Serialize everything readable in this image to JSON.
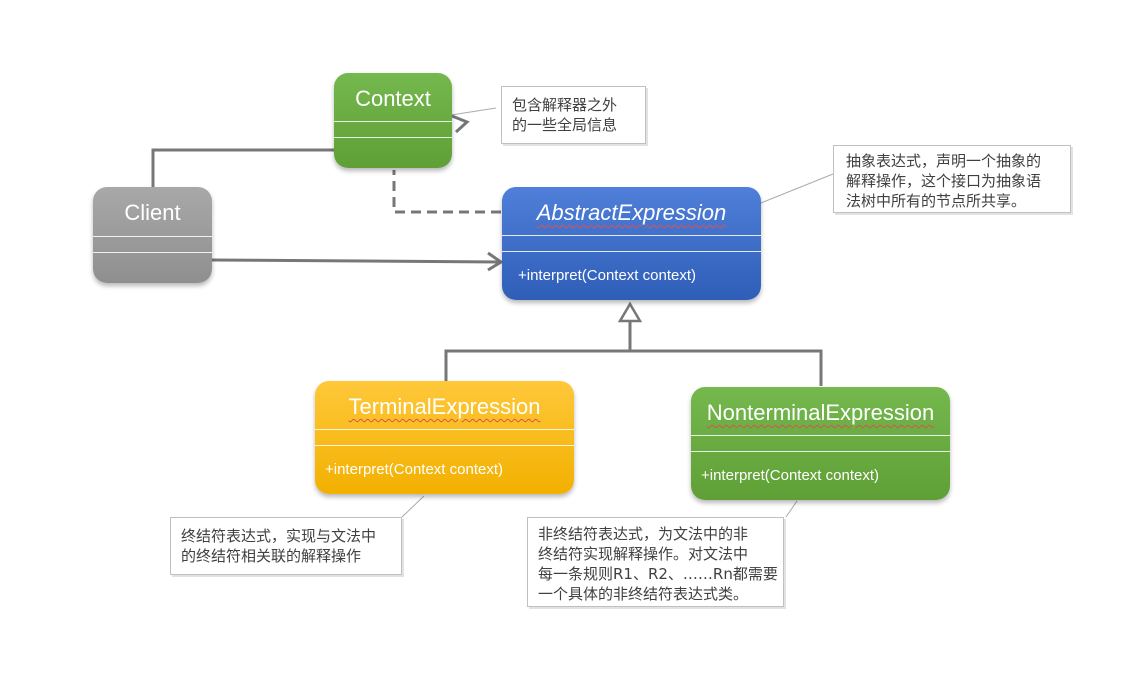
{
  "classes": {
    "context": {
      "name": "Context"
    },
    "client": {
      "name": "Client"
    },
    "abstract_expression": {
      "name": "AbstractExpression",
      "operation": "+interpret(Context context)"
    },
    "terminal_expression": {
      "name": "TerminalExpression",
      "operation": "+interpret(Context context)"
    },
    "nonterminal_expression": {
      "name": "NonterminalExpression",
      "operation": "+interpret(Context context)"
    }
  },
  "notes": {
    "context_note": [
      "包含解释器之外",
      "的一些全局信息"
    ],
    "abstract_note": [
      "抽象表达式，声明一个抽象的",
      "解释操作，这个接口为抽象语",
      "法树中所有的节点所共享。"
    ],
    "terminal_note": [
      "终结符表达式，实现与文法中",
      "的终结符相关联的解释操作"
    ],
    "nonterminal_note": [
      "非终结符表达式，为文法中的非",
      "终结符实现解释操作。对文法中",
      "每一条规则R1、R2、……Rn都需要",
      "一个具体的非终结符表达式类。"
    ]
  },
  "colors": {
    "context": "#66a83f",
    "client": "#999999",
    "abstract_expression": "#3d6ccb",
    "terminal_expression": "#f9bb12",
    "nonterminal_expression": "#66a83f",
    "connector": "#777777"
  }
}
